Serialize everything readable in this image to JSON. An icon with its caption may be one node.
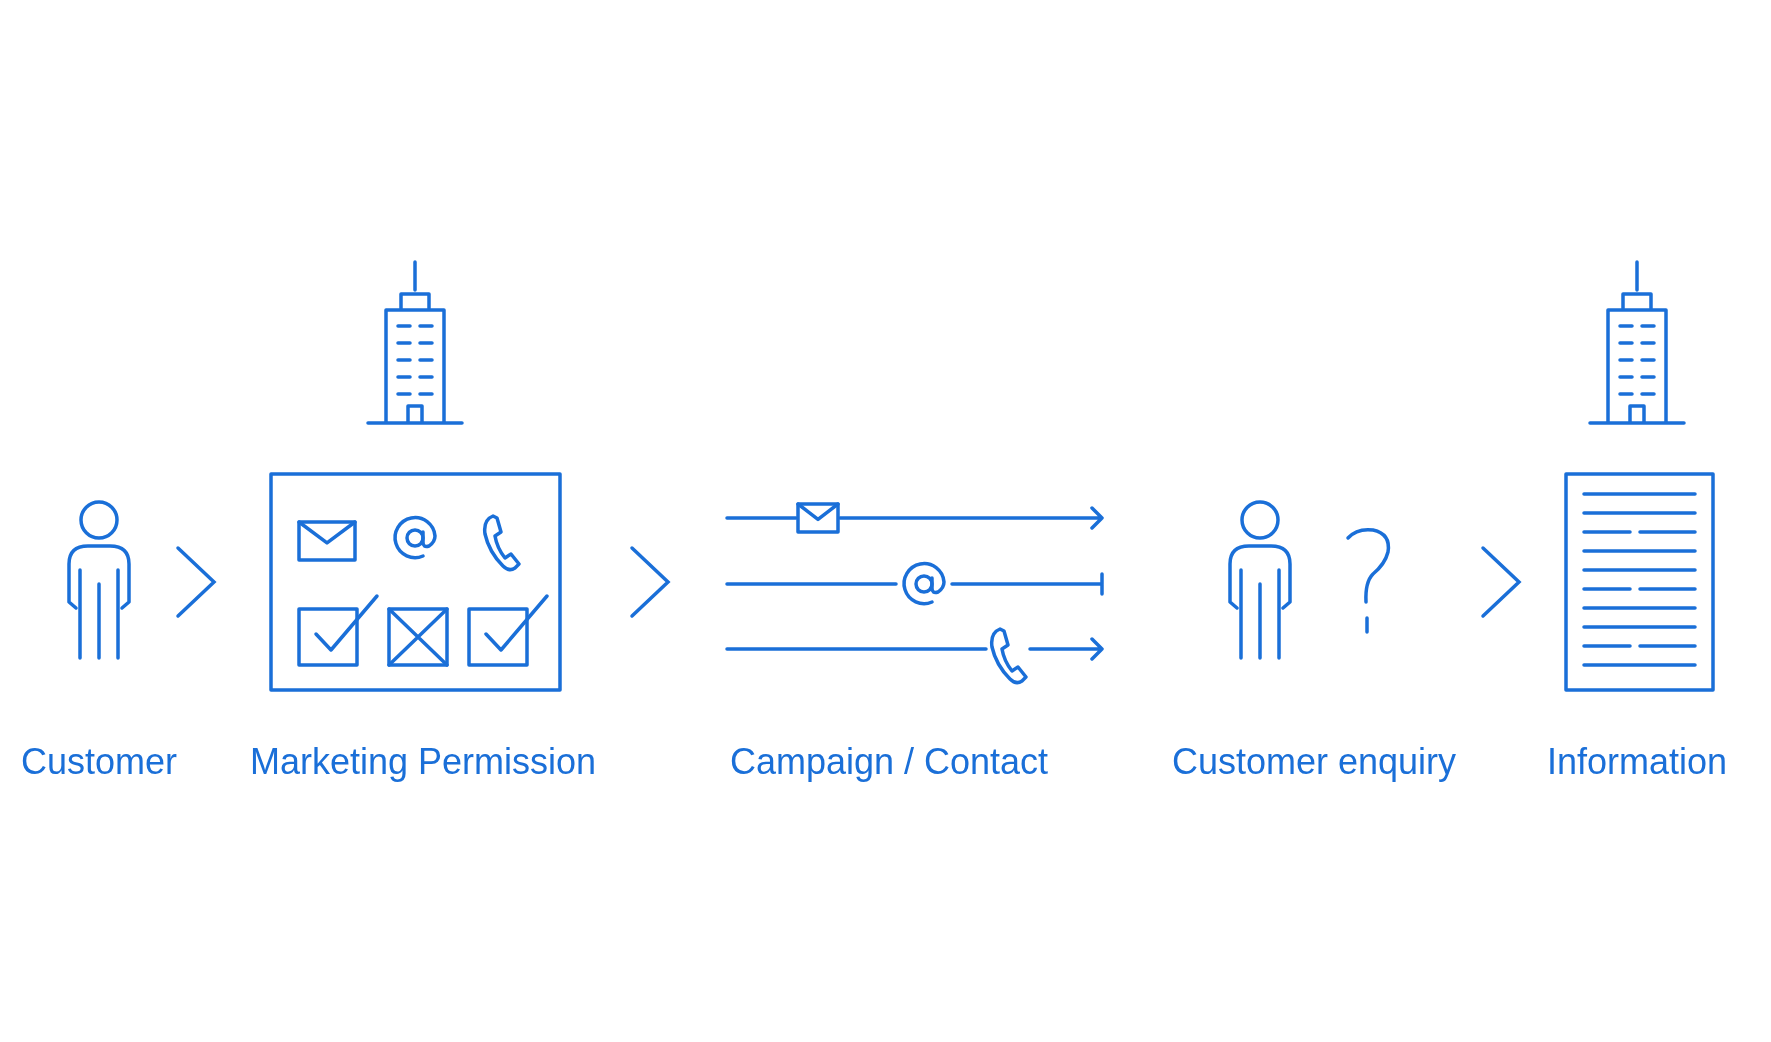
{
  "diagram": {
    "nodes": [
      {
        "text": [
          "Customer"
        ]
      },
      {
        "text": [
          "Marketing Permission"
        ]
      },
      {
        "text": [
          "Campaign / Contact"
        ]
      },
      {
        "text": [
          "Customer enquiry"
        ]
      },
      {
        "text": [
          "Information"
        ]
      }
    ],
    "edges": [
      {
        "from": 0,
        "to": 1,
        "arrow": "to"
      },
      {
        "from": 1,
        "to": 2,
        "arrow": "to"
      },
      {
        "from": 3,
        "to": 4,
        "arrow": "to"
      }
    ]
  }
}
